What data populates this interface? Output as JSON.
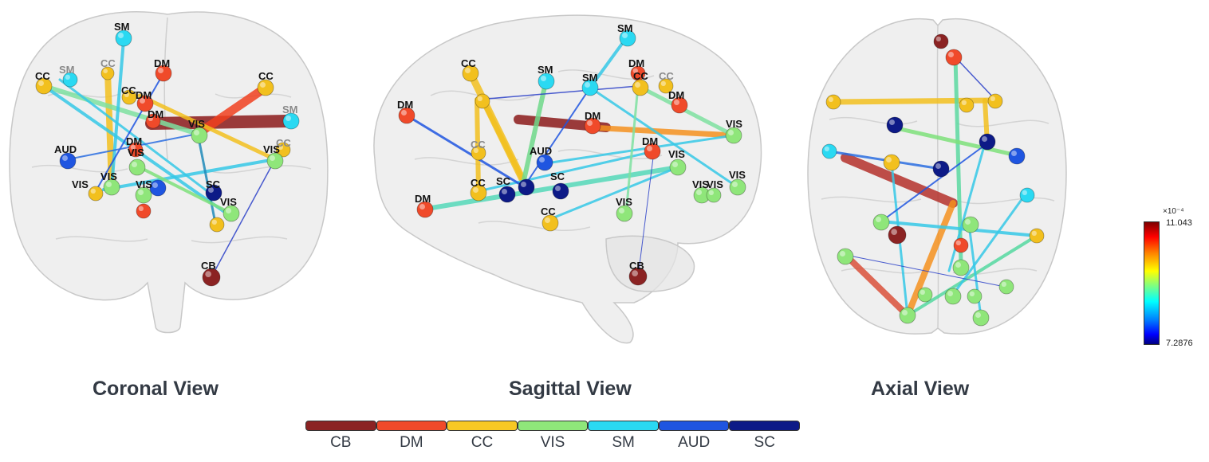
{
  "views": {
    "coronal": {
      "title": "Coronal View",
      "node_labels": [
        "SM",
        "CC",
        "SM",
        "CC",
        "DM",
        "CC",
        "CC",
        "DM",
        "DM",
        "SM",
        "VIS",
        "CC",
        "AUD",
        "DM",
        "VIS",
        "VIS",
        "VIS",
        "VIS",
        "VIS",
        "SC",
        "VIS",
        "CB"
      ]
    },
    "sagittal": {
      "title": "Sagittal View",
      "node_labels": [
        "SM",
        "CC",
        "DM",
        "SM",
        "SM",
        "CC",
        "CC",
        "DM",
        "DM",
        "DM",
        "VIS",
        "CC",
        "AUD",
        "DM",
        "VIS",
        "SC",
        "SC",
        "VIS",
        "VIS",
        "VIS",
        "CC",
        "DM",
        "VIS",
        "CC",
        "CB"
      ]
    },
    "axial": {
      "title": "Axial View"
    }
  },
  "colorbar": {
    "scale": "×10⁻⁴",
    "max": "11.043",
    "min": "7.2876"
  },
  "legend": [
    {
      "label": "CB",
      "color": "#8b2323"
    },
    {
      "label": "DM",
      "color": "#f04a2a"
    },
    {
      "label": "CC",
      "color": "#f7c824"
    },
    {
      "label": "VIS",
      "color": "#8fe67a"
    },
    {
      "label": "SM",
      "color": "#2ad9f2"
    },
    {
      "label": "AUD",
      "color": "#1f55e0"
    },
    {
      "label": "SC",
      "color": "#0d1a87"
    }
  ]
}
